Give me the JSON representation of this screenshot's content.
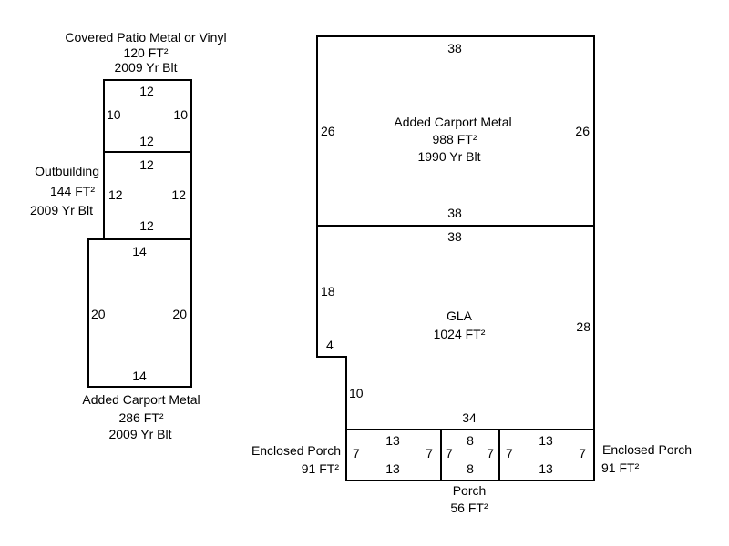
{
  "areas": {
    "covered_patio": {
      "name": "Covered Patio Metal or Vinyl",
      "area": "120 FT²",
      "year": "2009 Yr Blt",
      "top": "12",
      "bottom": "12",
      "left": "10",
      "right": "10"
    },
    "outbuilding": {
      "name": "Outbuilding",
      "area": "144 FT²",
      "year": "2009 Yr Blt",
      "top": "12",
      "bottom": "12",
      "left": "12",
      "right": "12"
    },
    "carport_small": {
      "name": "Added Carport Metal",
      "area": "286 FT²",
      "year": "2009 Yr Blt",
      "top": "14",
      "bottom": "14",
      "left": "20",
      "right": "20"
    },
    "carport_large": {
      "name": "Added Carport Metal",
      "area": "988 FT²",
      "year": "1990 Yr Blt",
      "top": "38",
      "bottom": "38",
      "left": "26",
      "right": "26"
    },
    "gla": {
      "name": "GLA",
      "area": "1024 FT²",
      "top": "38",
      "left_upper": "18",
      "notch": "4",
      "left_lower": "10",
      "right": "28",
      "bottom": "34"
    },
    "enclosed_porch_left": {
      "name": "Enclosed Porch",
      "area": "91 FT²",
      "top": "13",
      "bottom": "13",
      "left": "7",
      "right": "7"
    },
    "porch": {
      "name": "Porch",
      "area": "56 FT²",
      "top": "8",
      "bottom": "8",
      "left": "7",
      "right": "7"
    },
    "enclosed_porch_right": {
      "name": "Enclosed Porch",
      "area": "91 FT²",
      "top": "13",
      "bottom": "13",
      "left": "7",
      "right": "7"
    }
  }
}
